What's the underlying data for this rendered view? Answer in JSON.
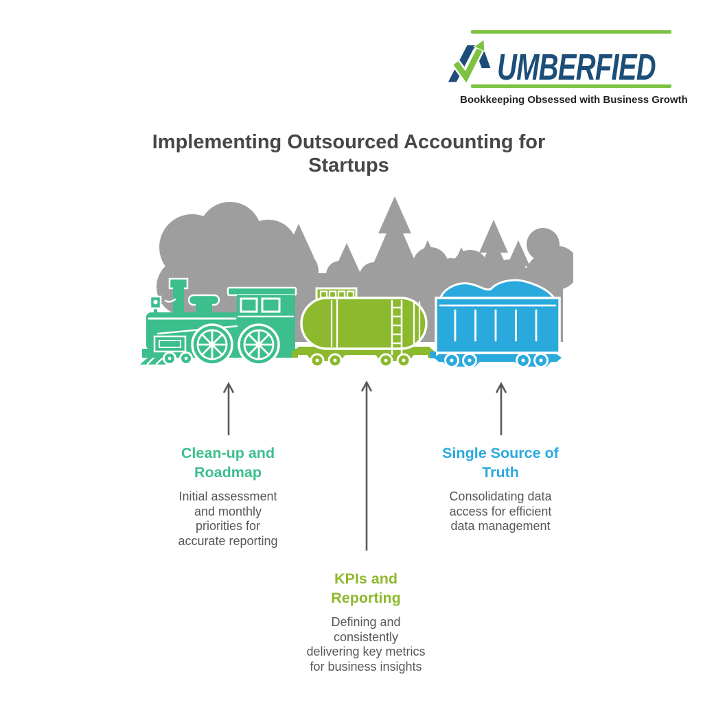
{
  "logo": {
    "brand_name": "NUMBERFIED",
    "brand_wordmark": "UMBERFIED",
    "tagline": "Bookkeeping Obsessed with Business Growth"
  },
  "title": "Implementing Outsourced Accounting for Startups",
  "steps": [
    {
      "id": "clean-up-and-roadmap",
      "heading": "Clean-up and Roadmap",
      "description": "Initial assessment and monthly priorities for accurate reporting",
      "accent": "#3cbe8d",
      "train_car": "locomotive"
    },
    {
      "id": "kpis-and-reporting",
      "heading": "KPIs and Reporting",
      "description": "Defining and consistently delivering key metrics for business insights",
      "accent": "#8db92e",
      "train_car": "tank-car"
    },
    {
      "id": "single-source-of-truth",
      "heading": "Single Source of Truth",
      "description": "Consolidating data access for efficient data management",
      "accent": "#2aa9dd",
      "train_car": "freight-wagon"
    }
  ],
  "illustration": {
    "description": "green steam locomotive pulling a lime tank car and a blue freight wagon in front of a gray forest silhouette",
    "cars": [
      "locomotive",
      "tank-car",
      "freight-wagon"
    ]
  },
  "theme": {
    "navy": "#1d4e79",
    "logo-green": "#7dc242",
    "emerald": "#3cbe8d",
    "lime": "#8db92e",
    "blue": "#2aa9dd",
    "forest-gray": "#9e9e9e",
    "title-gray": "#474747",
    "body-gray": "#54585a",
    "arrow-gray": "#58595b"
  }
}
